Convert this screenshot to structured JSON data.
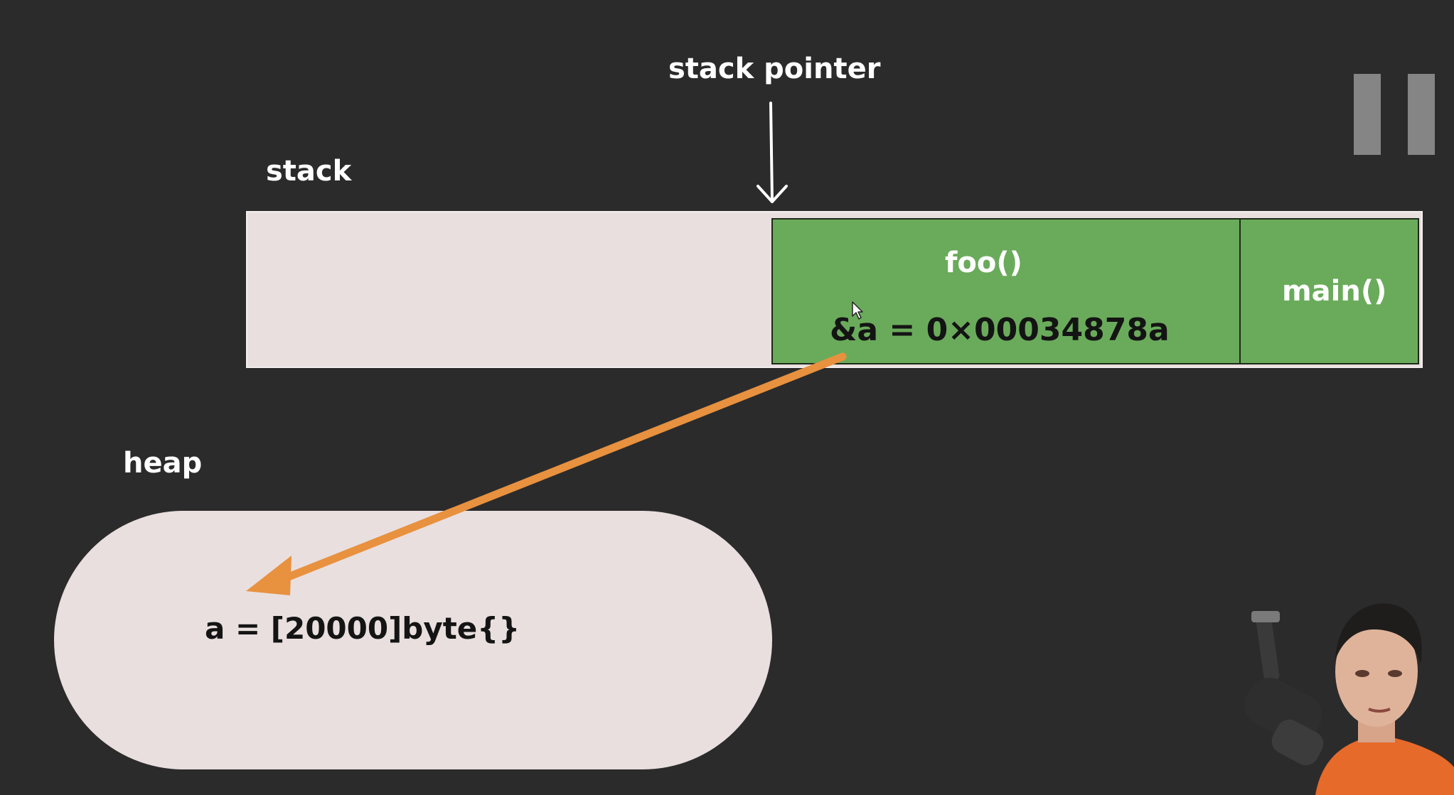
{
  "labels": {
    "stack_pointer": "stack pointer",
    "stack": "stack",
    "heap": "heap"
  },
  "stack_frames": [
    {
      "name": "foo()",
      "content": "&a = 0×00034878a"
    },
    {
      "name": "main()"
    }
  ],
  "heap": {
    "content": "a = [20000]byte{}"
  },
  "colors": {
    "background": "#2b2b2b",
    "memory_fill": "#e9dfdf",
    "frame_green": "#6aab5b",
    "pointer_arrow": "#e8913f",
    "label_text": "#ffffff"
  },
  "icons": {
    "pause": "pause-icon",
    "presenter": "presenter-webcam"
  }
}
